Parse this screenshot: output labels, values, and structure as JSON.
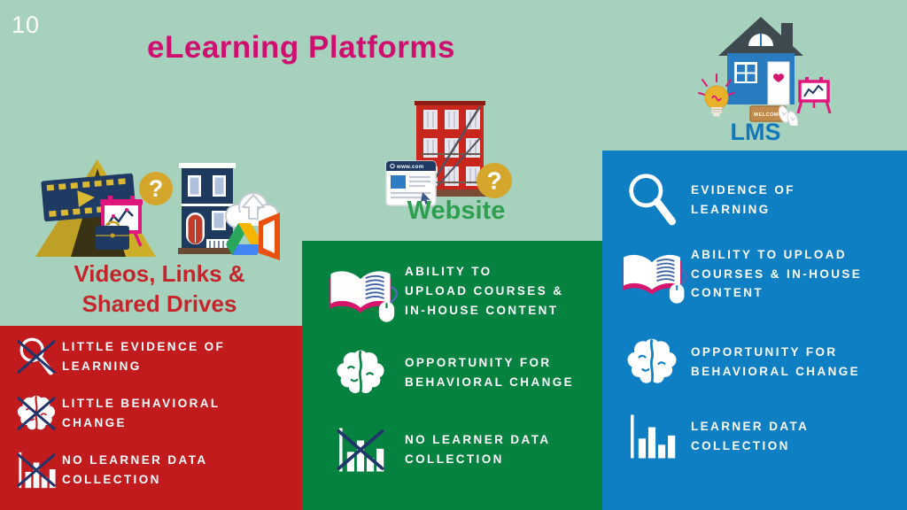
{
  "slide": {
    "number": "10",
    "title": "eLearning Platforms"
  },
  "colors": {
    "background": "#A6D1BD",
    "title": "#CE0F6F",
    "red_panel": "#C11B1E",
    "green_panel": "#058140",
    "blue_panel": "#0E7FC2",
    "videos_label": "#C5242B",
    "website_label": "#2E9E4F",
    "lms_label": "#1377BC",
    "gold": "#D4A72C",
    "magenta": "#E0187E",
    "navy": "#1F3A63"
  },
  "columns": [
    {
      "id": "videos-links-shared-drives",
      "label": "Videos, Links &\nShared Drives",
      "items": [
        {
          "icon": "magnifier-crossed-icon",
          "text": "LITTLE EVIDENCE OF\nLEARNING"
        },
        {
          "icon": "brain-crossed-icon",
          "text": "LITTLE BEHAVIORAL\nCHANGE"
        },
        {
          "icon": "barchart-crossed-icon",
          "text": "NO LEARNER DATA\nCOLLECTION"
        }
      ]
    },
    {
      "id": "website",
      "label": "Website",
      "items": [
        {
          "icon": "book-upload-icon",
          "text": "ABILITY TO\nUPLOAD COURSES &\nIN-HOUSE CONTENT"
        },
        {
          "icon": "brain-icon",
          "text": "OPPORTUNITY FOR\nBEHAVIORAL CHANGE"
        },
        {
          "icon": "barchart-crossed-icon",
          "text": "NO LEARNER DATA\nCOLLECTION"
        }
      ]
    },
    {
      "id": "lms",
      "label": "LMS",
      "items": [
        {
          "icon": "magnifier-icon",
          "text": "EVIDENCE OF\nLEARNING"
        },
        {
          "icon": "book-upload-icon",
          "text": "ABILITY TO UPLOAD\nCOURSES & IN-HOUSE\nCONTENT"
        },
        {
          "icon": "brain-icon",
          "text": "OPPORTUNITY FOR\nBEHAVIORAL CHANGE"
        },
        {
          "icon": "barchart-icon",
          "text": "LEARNER DATA\nCOLLECTION"
        }
      ]
    }
  ],
  "illustrations": {
    "question_mark": "?",
    "browser_url": "www.com",
    "welcome_mat": "WELCOME"
  }
}
